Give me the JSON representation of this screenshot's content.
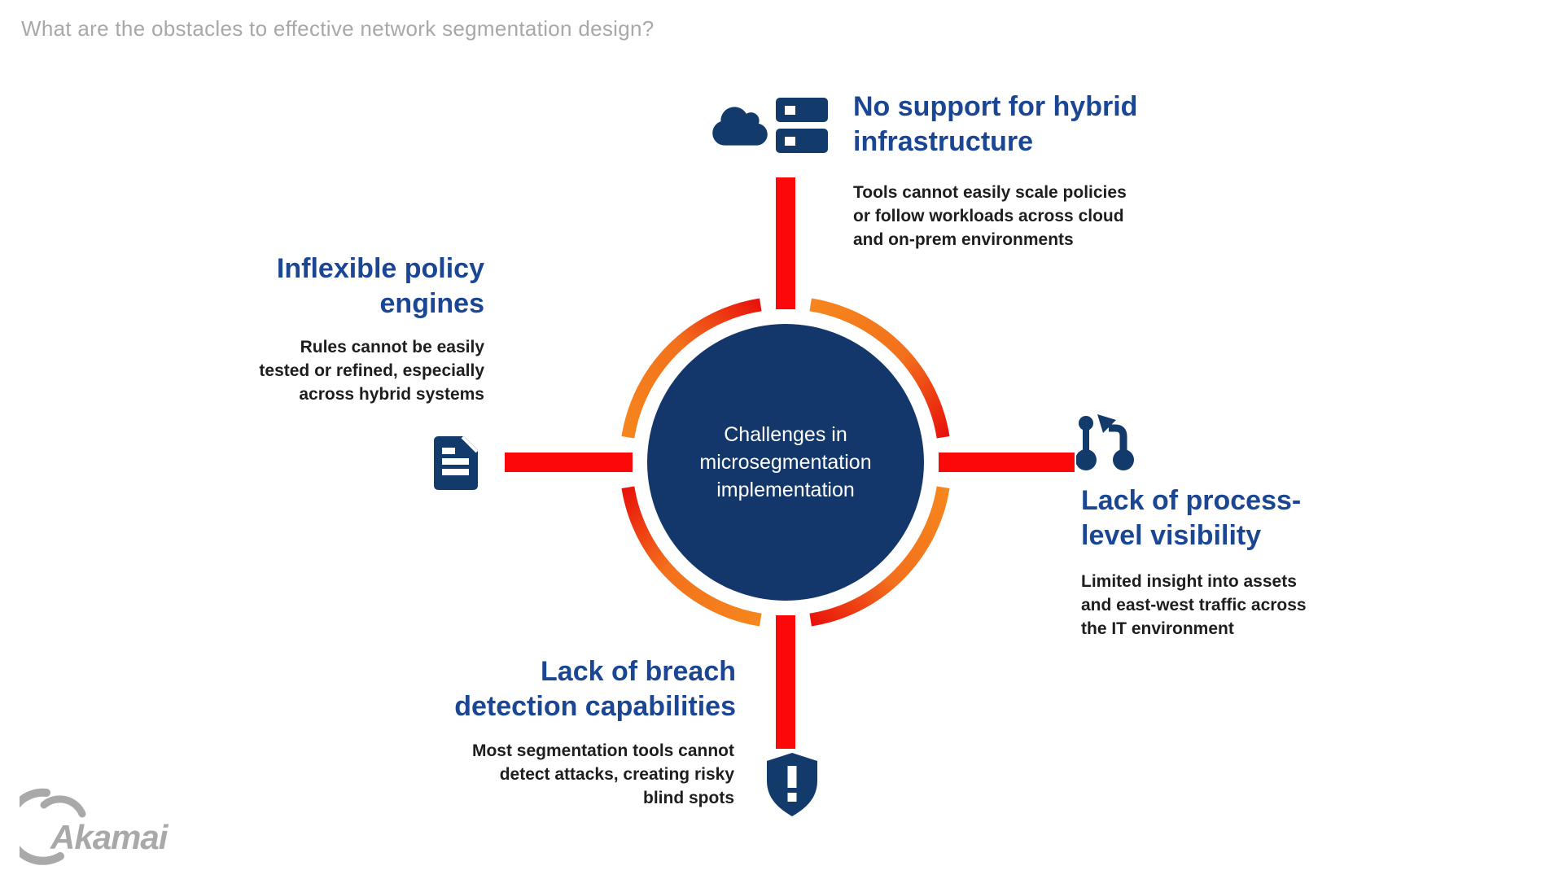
{
  "page": {
    "title": "What are the obstacles to effective network segmentation design?"
  },
  "colors": {
    "navy_icon": "#123A6B",
    "center_circle": "#13376B",
    "heading_blue": "#1A4693",
    "spoke_red": "#FB0808",
    "arc_orange": "#F6861D",
    "arc_red": "#E8130B",
    "title_gray": "#A8A8A8",
    "body_text": "#1E1E1E",
    "logo_gray": "#A9A9A9"
  },
  "center": {
    "lines": [
      "Challenges in",
      "microsegmentation",
      "implementation"
    ]
  },
  "sections": {
    "top": {
      "icon": "cloud-and-server-icon",
      "heading_lines": [
        "No support for hybrid",
        "infrastructure"
      ],
      "desc_lines": [
        "Tools cannot easily scale policies",
        "or follow workloads across cloud",
        "and on-prem environments"
      ]
    },
    "left": {
      "icon": "policy-document-icon",
      "heading_lines": [
        "Inflexible policy",
        "engines"
      ],
      "desc_lines": [
        "Rules cannot be easily",
        "tested or refined, especially",
        "across hybrid systems"
      ]
    },
    "right": {
      "icon": "process-branch-icon",
      "heading_lines": [
        "Lack of process-",
        "level visibility"
      ],
      "desc_lines": [
        "Limited insight into assets",
        "and east-west traffic across",
        "the IT environment"
      ]
    },
    "bottom": {
      "icon": "breach-shield-icon",
      "heading_lines": [
        "Lack of breach",
        "detection capabilities"
      ],
      "desc_lines": [
        "Most segmentation tools cannot",
        "detect attacks, creating risky",
        "blind spots"
      ]
    }
  },
  "logo": {
    "text": "Akamai"
  }
}
